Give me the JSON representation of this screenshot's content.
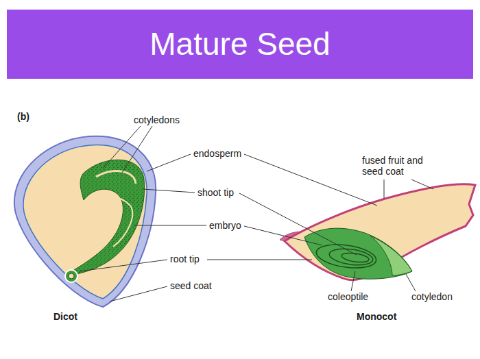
{
  "diagram": {
    "title": "Mature Seed",
    "labels": [
      "(b)",
      "cotyledons",
      "endosperm",
      "shoot tip",
      "embryo",
      "root tip",
      "seed coat",
      "fused fruit and seed coat",
      "coleoptile",
      "cotyledon",
      "Dicot",
      "Monocot"
    ]
  }
}
